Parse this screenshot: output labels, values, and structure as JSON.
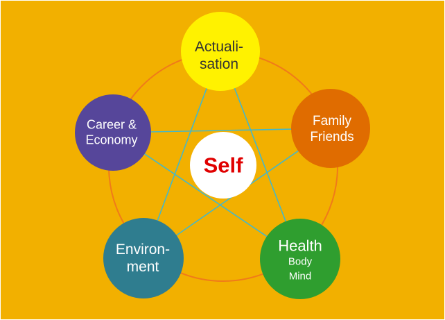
{
  "colors": {
    "background": "#f2b000",
    "ring": "#f07a1a",
    "star": "#45b7c8"
  },
  "center": {
    "label": "Self",
    "color": "#ffffff",
    "text_color": "#e00000"
  },
  "nodes": [
    {
      "id": "actualisation",
      "lines": [
        "Actuali-",
        "sation"
      ],
      "color": "#fff200",
      "text_color": "#333333"
    },
    {
      "id": "family",
      "lines": [
        "Family",
        "Friends"
      ],
      "color": "#e06c00",
      "text_color": "#ffffff"
    },
    {
      "id": "health",
      "lines": [
        "Health"
      ],
      "sublines": [
        "Body",
        "Mind"
      ],
      "color": "#2f9e2f",
      "text_color": "#ffffff"
    },
    {
      "id": "environment",
      "lines": [
        "Environ-",
        "ment"
      ],
      "color": "#2f7d8f",
      "text_color": "#ffffff"
    },
    {
      "id": "career",
      "lines": [
        "Career &",
        "Economy"
      ],
      "color": "#56469a",
      "text_color": "#ffffff"
    }
  ]
}
